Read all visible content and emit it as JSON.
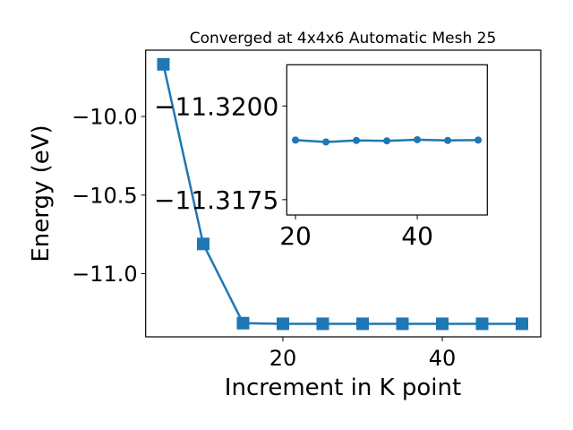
{
  "chart_data": [
    {
      "type": "line",
      "title": "Converged at 4x4x6 Automatic Mesh 25",
      "xlabel": "Increment in K point",
      "ylabel": "Energy (eV)",
      "x": [
        5,
        10,
        15,
        20,
        25,
        30,
        35,
        40,
        45,
        50
      ],
      "y": [
        -9.668,
        -10.811,
        -11.315,
        -11.319,
        -11.319,
        -11.319,
        -11.319,
        -11.319,
        -11.319,
        -11.319
      ],
      "marker": "square",
      "xlim": [
        2.78,
        52.36
      ],
      "ylim": [
        -11.402,
        -9.578
      ],
      "xticks": [
        20,
        40
      ],
      "xtick_labels": [
        "20",
        "40"
      ],
      "yticks": [
        -10.0,
        -10.5,
        -11.0
      ],
      "ytick_labels": [
        "−10.0",
        "−10.5",
        "−11.0"
      ],
      "color": "#1f77b4",
      "grid": false
    },
    {
      "type": "line",
      "title": "",
      "x": [
        20,
        25,
        30,
        35,
        40,
        45,
        50
      ],
      "y": [
        -11.31909,
        -11.31904,
        -11.31908,
        -11.31907,
        -11.3191,
        -11.31908,
        -11.31909
      ],
      "marker": "circle",
      "xlim": [
        18.57,
        51.5
      ],
      "ylim": [
        -11.3211,
        -11.31709
      ],
      "y_inverted": true,
      "xticks": [
        20,
        40
      ],
      "xtick_labels": [
        "20",
        "40"
      ],
      "yticks": [
        -11.32,
        -11.3175
      ],
      "ytick_labels": [
        "−11.3200",
        "−11.3175"
      ],
      "color": "#1f77b4",
      "grid": false
    }
  ]
}
